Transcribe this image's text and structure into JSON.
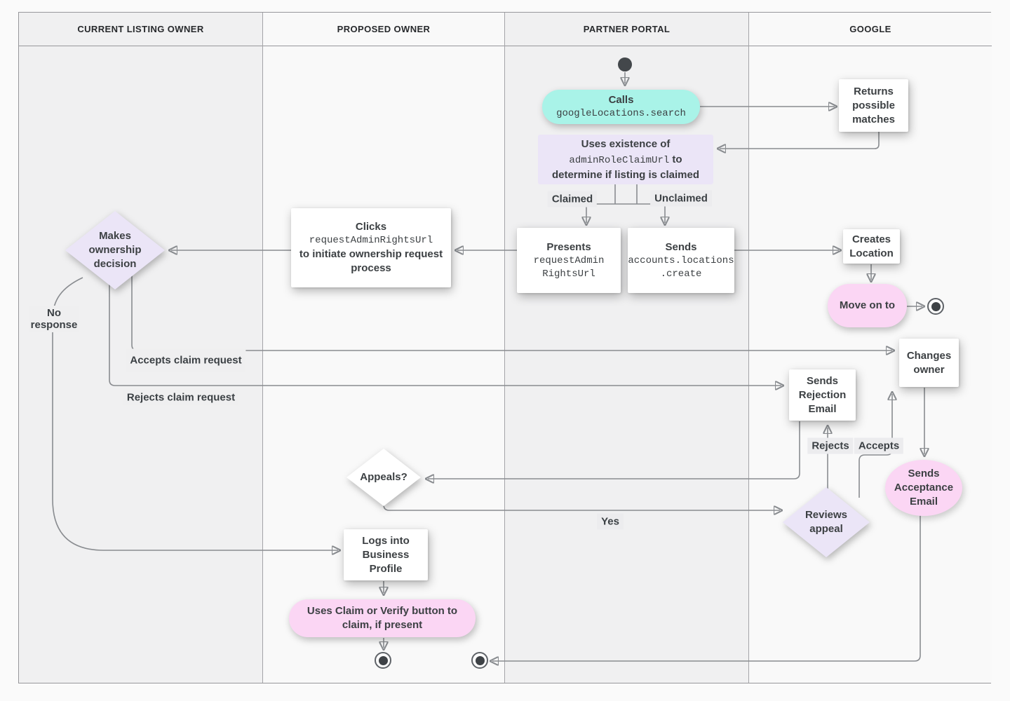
{
  "lanes": [
    {
      "label": "CURRENT LISTING OWNER"
    },
    {
      "label": "PROPOSED OWNER"
    },
    {
      "label": "PARTNER PORTAL"
    },
    {
      "label": "GOOGLE"
    }
  ],
  "nodes": {
    "calls": {
      "title": "Calls",
      "code": "googleLocations.search"
    },
    "returns_matches": {
      "label": "Returns possible matches"
    },
    "uses_existence": {
      "line1": "Uses existence of",
      "code": "adminRoleClaimUrl",
      "line1_suffix": " to",
      "line2": "determine if listing is claimed"
    },
    "presents": {
      "title": "Presents",
      "code1": "requestAdmin",
      "code2": "RightsUrl"
    },
    "sends_create": {
      "title": "Sends",
      "code1": "accounts.locations",
      "code2": ".create"
    },
    "clicks": {
      "title": "Clicks",
      "code": "requestAdminRightsUrl",
      "text": "to initiate ownership request process"
    },
    "makes_decision": {
      "label": "Makes ownership decision"
    },
    "creates_location": {
      "label": "Creates Location"
    },
    "move_on": {
      "label": "Move on to"
    },
    "changes_owner": {
      "label": "Changes owner"
    },
    "sends_rejection": {
      "label": "Sends Rejection Email"
    },
    "sends_acceptance": {
      "label": "Sends Acceptance Email"
    },
    "appeals": {
      "label": "Appeals?"
    },
    "reviews_appeal": {
      "label": "Reviews appeal"
    },
    "logs_in": {
      "label": "Logs into Business Profile"
    },
    "uses_claim": {
      "label": "Uses Claim or Verify button to claim, if present"
    }
  },
  "edge_labels": {
    "claimed": "Claimed",
    "unclaimed": "Unclaimed",
    "no_response": "No response",
    "accepts_claim": "Accepts claim request",
    "rejects_claim": "Rejects claim request",
    "rejects": "Rejects",
    "accepts": "Accepts",
    "yes": "Yes"
  },
  "colors": {
    "teal": "#a9f3e8",
    "lavender": "#ebe5f7",
    "pink": "#fbd6f4",
    "node_white": "#ffffff",
    "line_gray": "#898c90",
    "arrow_gray": "#5f6368",
    "text": "#3c4043",
    "lane_dark": "#f0f0f1",
    "lane_light": "#f9f9f9"
  }
}
